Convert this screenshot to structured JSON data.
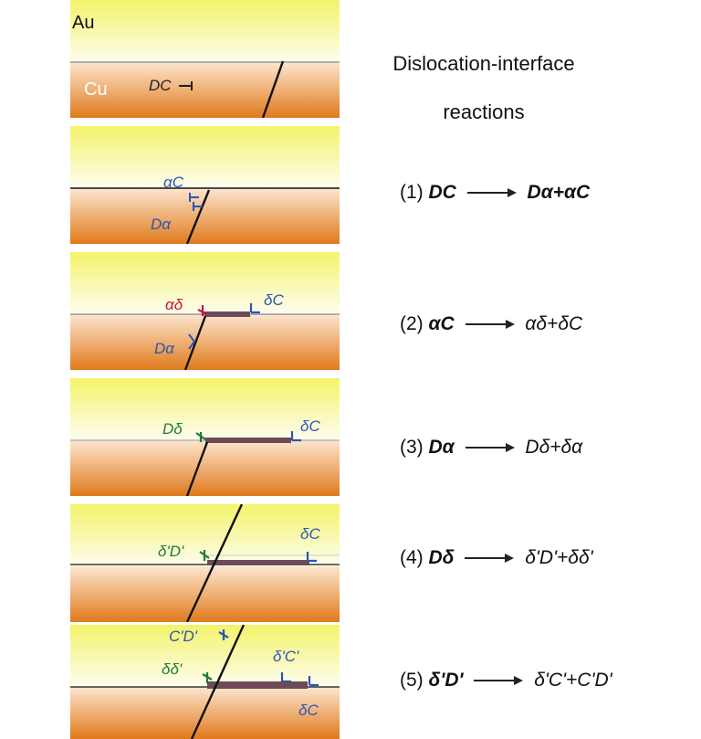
{
  "title": {
    "line1": "Dislocation-interface",
    "line2": "reactions"
  },
  "panel1": {
    "material_top": "Au",
    "material_bottom": "Cu",
    "label_dc": "DC"
  },
  "panel2": {
    "label_ac": "αC",
    "label_da": "Dα"
  },
  "panel3": {
    "label_ad": "αδ",
    "label_dc": "δC",
    "label_da": "Dα"
  },
  "panel4": {
    "label_dd": "Dδ",
    "label_dc": "δC"
  },
  "panel5": {
    "label_sdd": "δ'D'",
    "label_dc": "δC"
  },
  "panel6": {
    "label_cd": "C'D'",
    "label_ss": "δδ'",
    "label_sc": "δ'C'",
    "label_dc": "δC"
  },
  "reactions": [
    {
      "num": "(1)",
      "lhs": "DC",
      "rhs": "Dα+αC"
    },
    {
      "num": "(2)",
      "lhs": "αC",
      "rhs": "αδ+δC"
    },
    {
      "num": "(3)",
      "lhs": "Dα",
      "rhs": "Dδ+δα"
    },
    {
      "num": "(4)",
      "lhs": "Dδ",
      "rhs": "δ'D'+δδ'"
    },
    {
      "num": "(5)",
      "lhs": "δ'D'",
      "rhs": "δ'C'+C'D'"
    }
  ],
  "colors": {
    "blue": "#2a55b5",
    "red": "#c2183c",
    "green": "#1f7a3a",
    "purple": "#6e4a58"
  }
}
